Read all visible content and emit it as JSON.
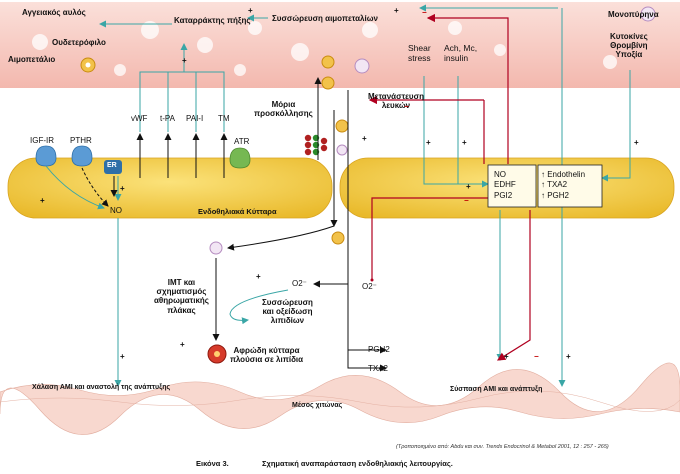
{
  "lumen": {
    "vessel_label": "Αγγειακός αυλός",
    "neutrophil_label": "Ουδετερόφιλο",
    "platelet_label": "Αιμοπετάλιο",
    "monocyte_label": "Μονοπύρηνα",
    "cytokines_label": [
      "Κυτοκίνες",
      "Θρομβίνη",
      "Υποξία"
    ],
    "coag_cascade_label": "Καταρράκτης πήξης",
    "platelet_aggregation_label": "Συσσώρευση αιμοπεταλίων",
    "shear_label": [
      "Shear",
      "stress"
    ],
    "ach_label": [
      "Ach, Mc,",
      "insulin"
    ],
    "adhesion_label": [
      "Μόρια",
      "προσκόλλησης"
    ],
    "leukocyte_migration_label": [
      "Μετανάστευση",
      "λευκών"
    ]
  },
  "endothelium": {
    "receptors": [
      "IGF-IR",
      "PTHR",
      "ER",
      "ATR"
    ],
    "factors": [
      "vWF",
      "t-PA",
      "PAI-I",
      "TM"
    ],
    "no_label": "NO",
    "cell_label": "Ενδοθηλιακά Κύτταρα",
    "dilators": [
      "NO",
      "EDHF",
      "PGI2"
    ],
    "constrictors": [
      "↑ Endothelin",
      "↑ TXA2",
      "↑ PGH2"
    ]
  },
  "subendothelium": {
    "imt_label": [
      "IMT και",
      "σχηματισμός",
      "αθηρωματικής",
      "πλάκας"
    ],
    "o2_label": "O2⁻",
    "lipid_ox_label": [
      "Συσσώρευση",
      "και οξείδωση",
      "λιπιδίων"
    ],
    "foam_cells_label": [
      "Αφρώδη κύτταρα",
      "πλούσια σε λιπίδια"
    ],
    "pgh2_label": "PGH2",
    "txa2_label": "TXA2"
  },
  "smooth_muscle": {
    "relax_label": "Χάλαση ΑΜΙ και αναστολή της ανάπτυξης",
    "contract_label": "Σύσπαση ΑΜΙ και ανάπτυξη",
    "media_label": "Μέσος χιτώνας"
  },
  "signs": {
    "plus": "+",
    "minus": "−"
  },
  "citation": "(Τροποποιημένο από: Abdu και συν. Trends Endocrinol & Metabol 2001, 12 : 257 - 265)",
  "caption": {
    "number": "Εικόνα 3.",
    "text": "Σχηματική αναπαράσταση ενδοθηλιακής λειτουργίας."
  },
  "colors": {
    "lumen_fill": "#f6c8c0",
    "endothelium_fill": "#f3d24d",
    "smooth_muscle_fill": "#f8d8cf",
    "teal_arrow": "#3aa6a6",
    "red_arrow": "#b00020",
    "black_arrow": "#111111",
    "receptor_blue": "#5b9bd5",
    "atr_green": "#76b852"
  }
}
